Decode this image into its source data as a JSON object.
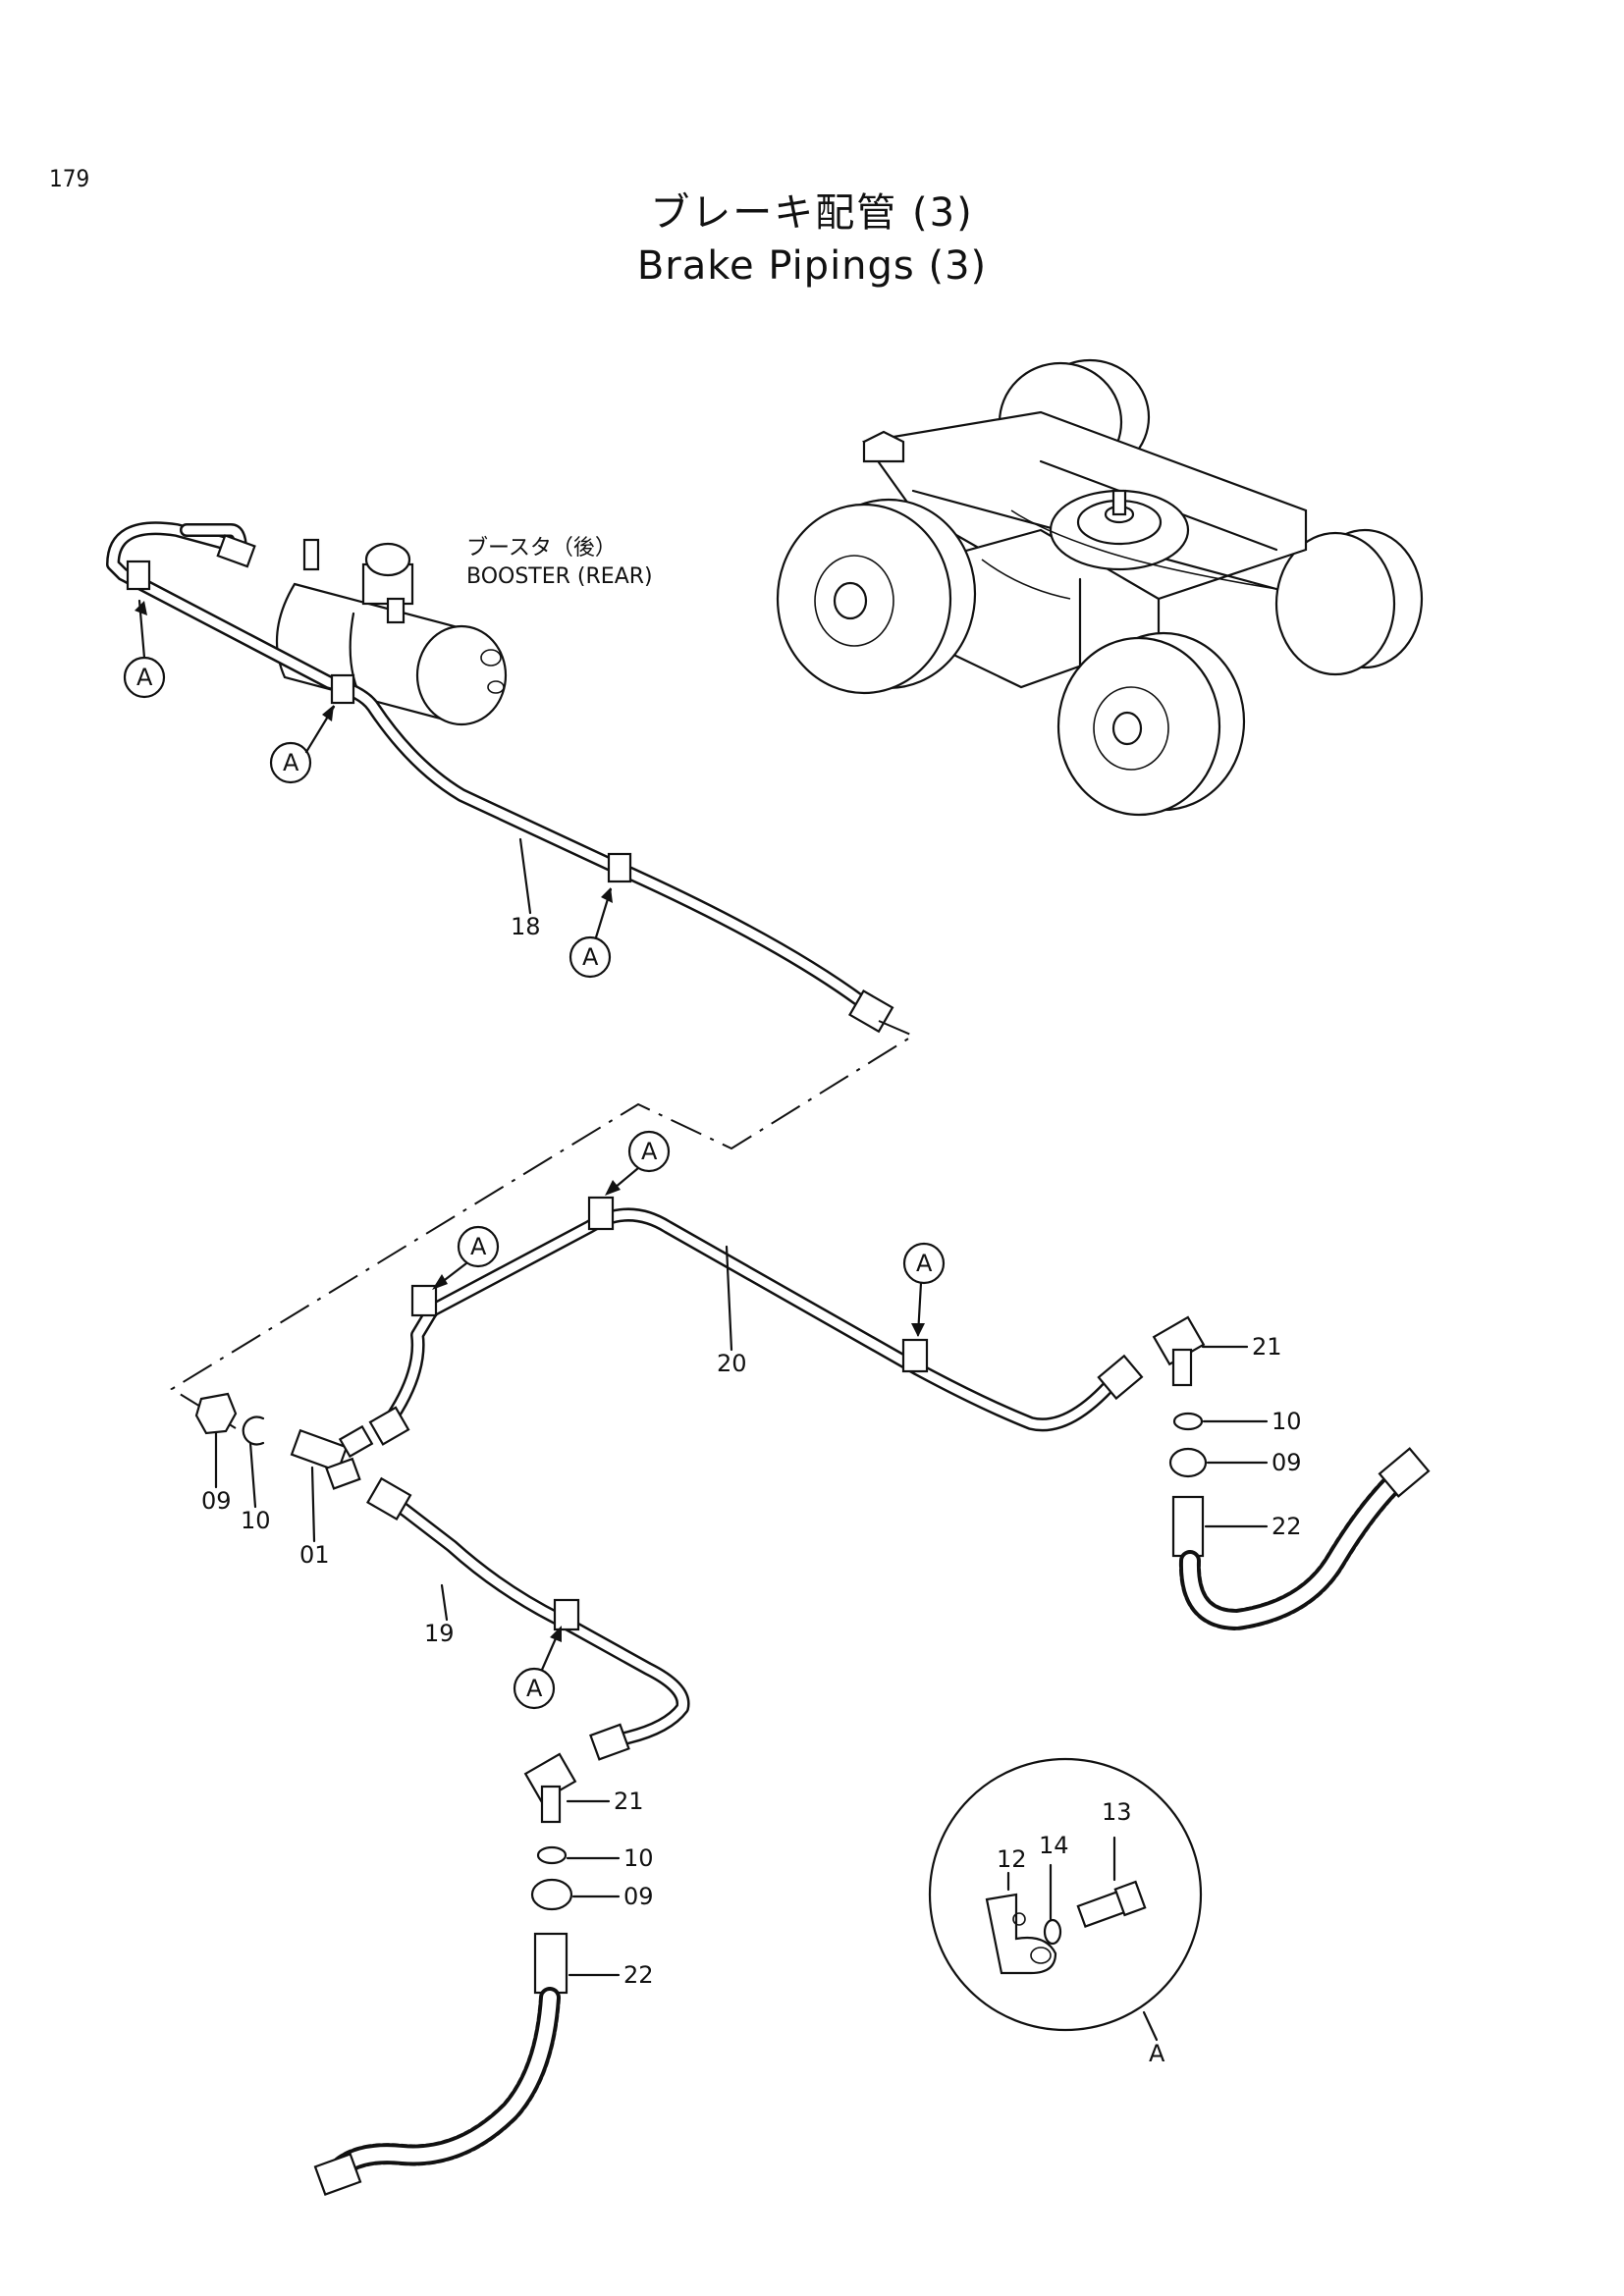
{
  "page": {
    "number": "179",
    "title_jp": "ブレーキ配管 (3)",
    "title_en": "Brake Pipings (3)"
  },
  "booster": {
    "label_jp": "ブースタ（後）",
    "label_en": "BOOSTER (REAR)"
  },
  "callouts": {
    "detail_ref": "A",
    "p01": "01",
    "p09": "09",
    "p10": "10",
    "p12": "12",
    "p13": "13",
    "p14": "14",
    "p18": "18",
    "p19": "19",
    "p20": "20",
    "p21": "21",
    "p22": "22"
  },
  "detail_view": {
    "label": "A"
  }
}
